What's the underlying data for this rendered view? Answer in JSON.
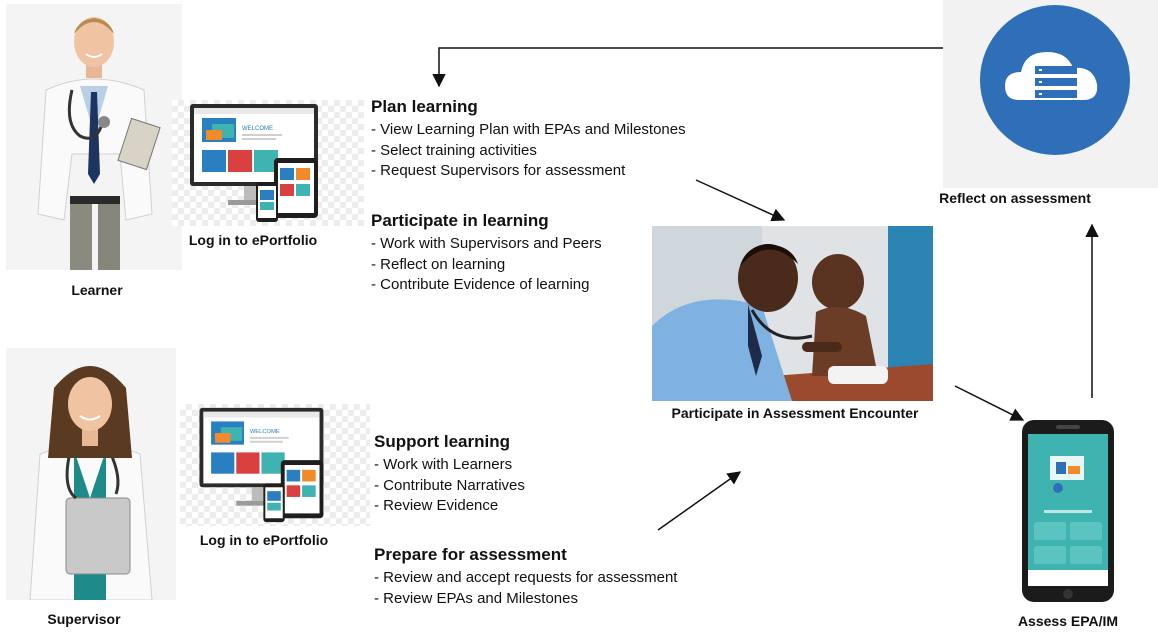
{
  "roles": {
    "learner": {
      "label": "Learner"
    },
    "supervisor": {
      "label": "Supervisor"
    }
  },
  "steps": {
    "login_learner": "Log in to ePortfolio",
    "login_supervisor": "Log in to ePortfolio",
    "encounter": "Participate in Assessment Encounter",
    "assess": "Assess EPA/IM",
    "reflect": "Reflect on assessment"
  },
  "learner_blocks": [
    {
      "title": "Plan learning",
      "items": [
        "- View Learning Plan with EPAs and Milestones",
        "- Select training activities",
        "- Request Supervisors for assessment"
      ]
    },
    {
      "title": "Participate in learning",
      "items": [
        "- Work with Supervisors and Peers",
        "- Reflect on learning",
        "- Contribute Evidence of learning"
      ]
    }
  ],
  "supervisor_blocks": [
    {
      "title": "Support learning",
      "items": [
        "- Work with Learners",
        "- Contribute Narratives",
        "- Review Evidence"
      ]
    },
    {
      "title": "Prepare for assessment",
      "items": [
        "- Review and accept requests for assessment",
        "- Review EPAs and Milestones"
      ]
    }
  ],
  "screen_text": {
    "welcome": "WELCOME"
  },
  "colors": {
    "cloud_circle": "#2f6fb8",
    "arrow": "#111111",
    "screen_teal": "#3fb3b0",
    "scrubs_teal": "#1f8a8a"
  },
  "icons": [
    "cloud-server-icon",
    "desktop-monitor-icon",
    "tablet-icon",
    "phone-icon",
    "smartphone-app-icon"
  ]
}
